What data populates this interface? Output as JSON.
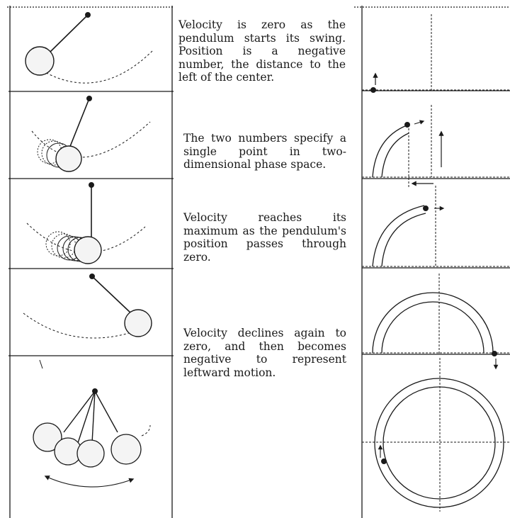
{
  "captions": [
    "Velocity is zero as the pendulum starts its swing. Position is a negative number, the distance to the left of the center.",
    "The two numbers specify a single point in two-dimensional phase space.",
    "Velocity reaches its maximum as the pendulum's position passes through zero.",
    "Velocity declines again to zero, and then becomes negative to represent leftward motion."
  ],
  "colors": {
    "ink": "#1a1a1a",
    "ball_fill": "#f4f4f4",
    "guide": "#555555"
  }
}
